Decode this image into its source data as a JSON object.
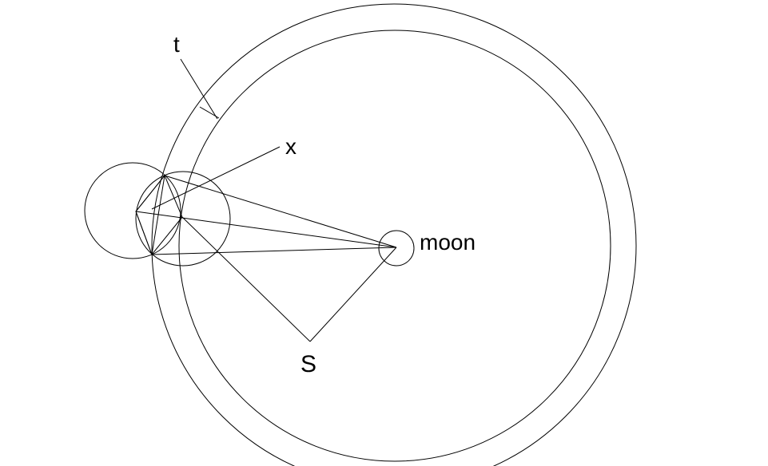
{
  "labels": {
    "t": "t",
    "x": "x",
    "moon": "moon",
    "s": "S"
  },
  "colors": {
    "line": "#000000",
    "background": "#ffffff"
  }
}
